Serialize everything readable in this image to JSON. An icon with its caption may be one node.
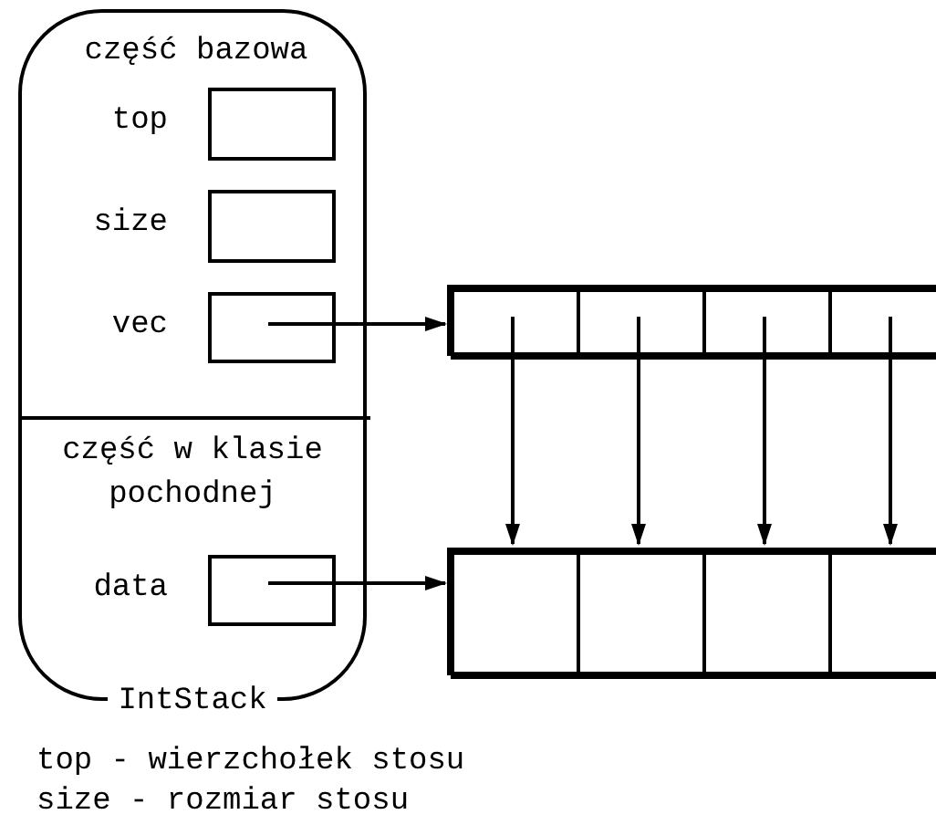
{
  "diagram": {
    "nodes": [
      {
        "text": [
          "IntStack"
        ]
      },
      {
        "text": [
          "część bazowa"
        ],
        "in": 0
      },
      {
        "text": [],
        "shape": "box",
        "beside": [
          "top"
        ],
        "in": 1
      },
      {
        "text": [],
        "shape": "box",
        "beside": [
          "size"
        ],
        "in": 1
      },
      {
        "text": [],
        "shape": "box",
        "beside": [
          "vec"
        ],
        "in": 1
      },
      {
        "text": [
          "część w klasie pochodnej"
        ],
        "in": 0
      },
      {
        "text": [],
        "shape": "box",
        "beside": [
          "data"
        ],
        "in": 5
      },
      {
        "text": [],
        "shape": "bar"
      },
      {
        "text": [],
        "shape": "box",
        "in": 7
      },
      {
        "text": [],
        "shape": "box",
        "in": 7
      },
      {
        "text": [],
        "shape": "box",
        "in": 7
      },
      {
        "text": [],
        "shape": "box",
        "in": 7
      },
      {
        "text": [],
        "shape": "bar"
      },
      {
        "text": [],
        "shape": "box",
        "in": 12
      },
      {
        "text": [],
        "shape": "box",
        "in": 12
      },
      {
        "text": [],
        "shape": "box",
        "in": 12
      },
      {
        "text": [],
        "shape": "box",
        "in": 12
      }
    ],
    "edges": [
      {
        "from": 4,
        "to": 7,
        "arrow": "to"
      },
      {
        "from": 6,
        "to": 12,
        "arrow": "to"
      },
      {
        "from": 8,
        "to": 13,
        "arrow": "to"
      },
      {
        "from": 9,
        "to": 14,
        "arrow": "to"
      },
      {
        "from": 10,
        "to": 15,
        "arrow": "to"
      },
      {
        "from": 11,
        "to": 16,
        "arrow": "to"
      }
    ],
    "labels": [
      "top - wierzchołek stosu",
      "size - rozmiar stosu"
    ]
  }
}
